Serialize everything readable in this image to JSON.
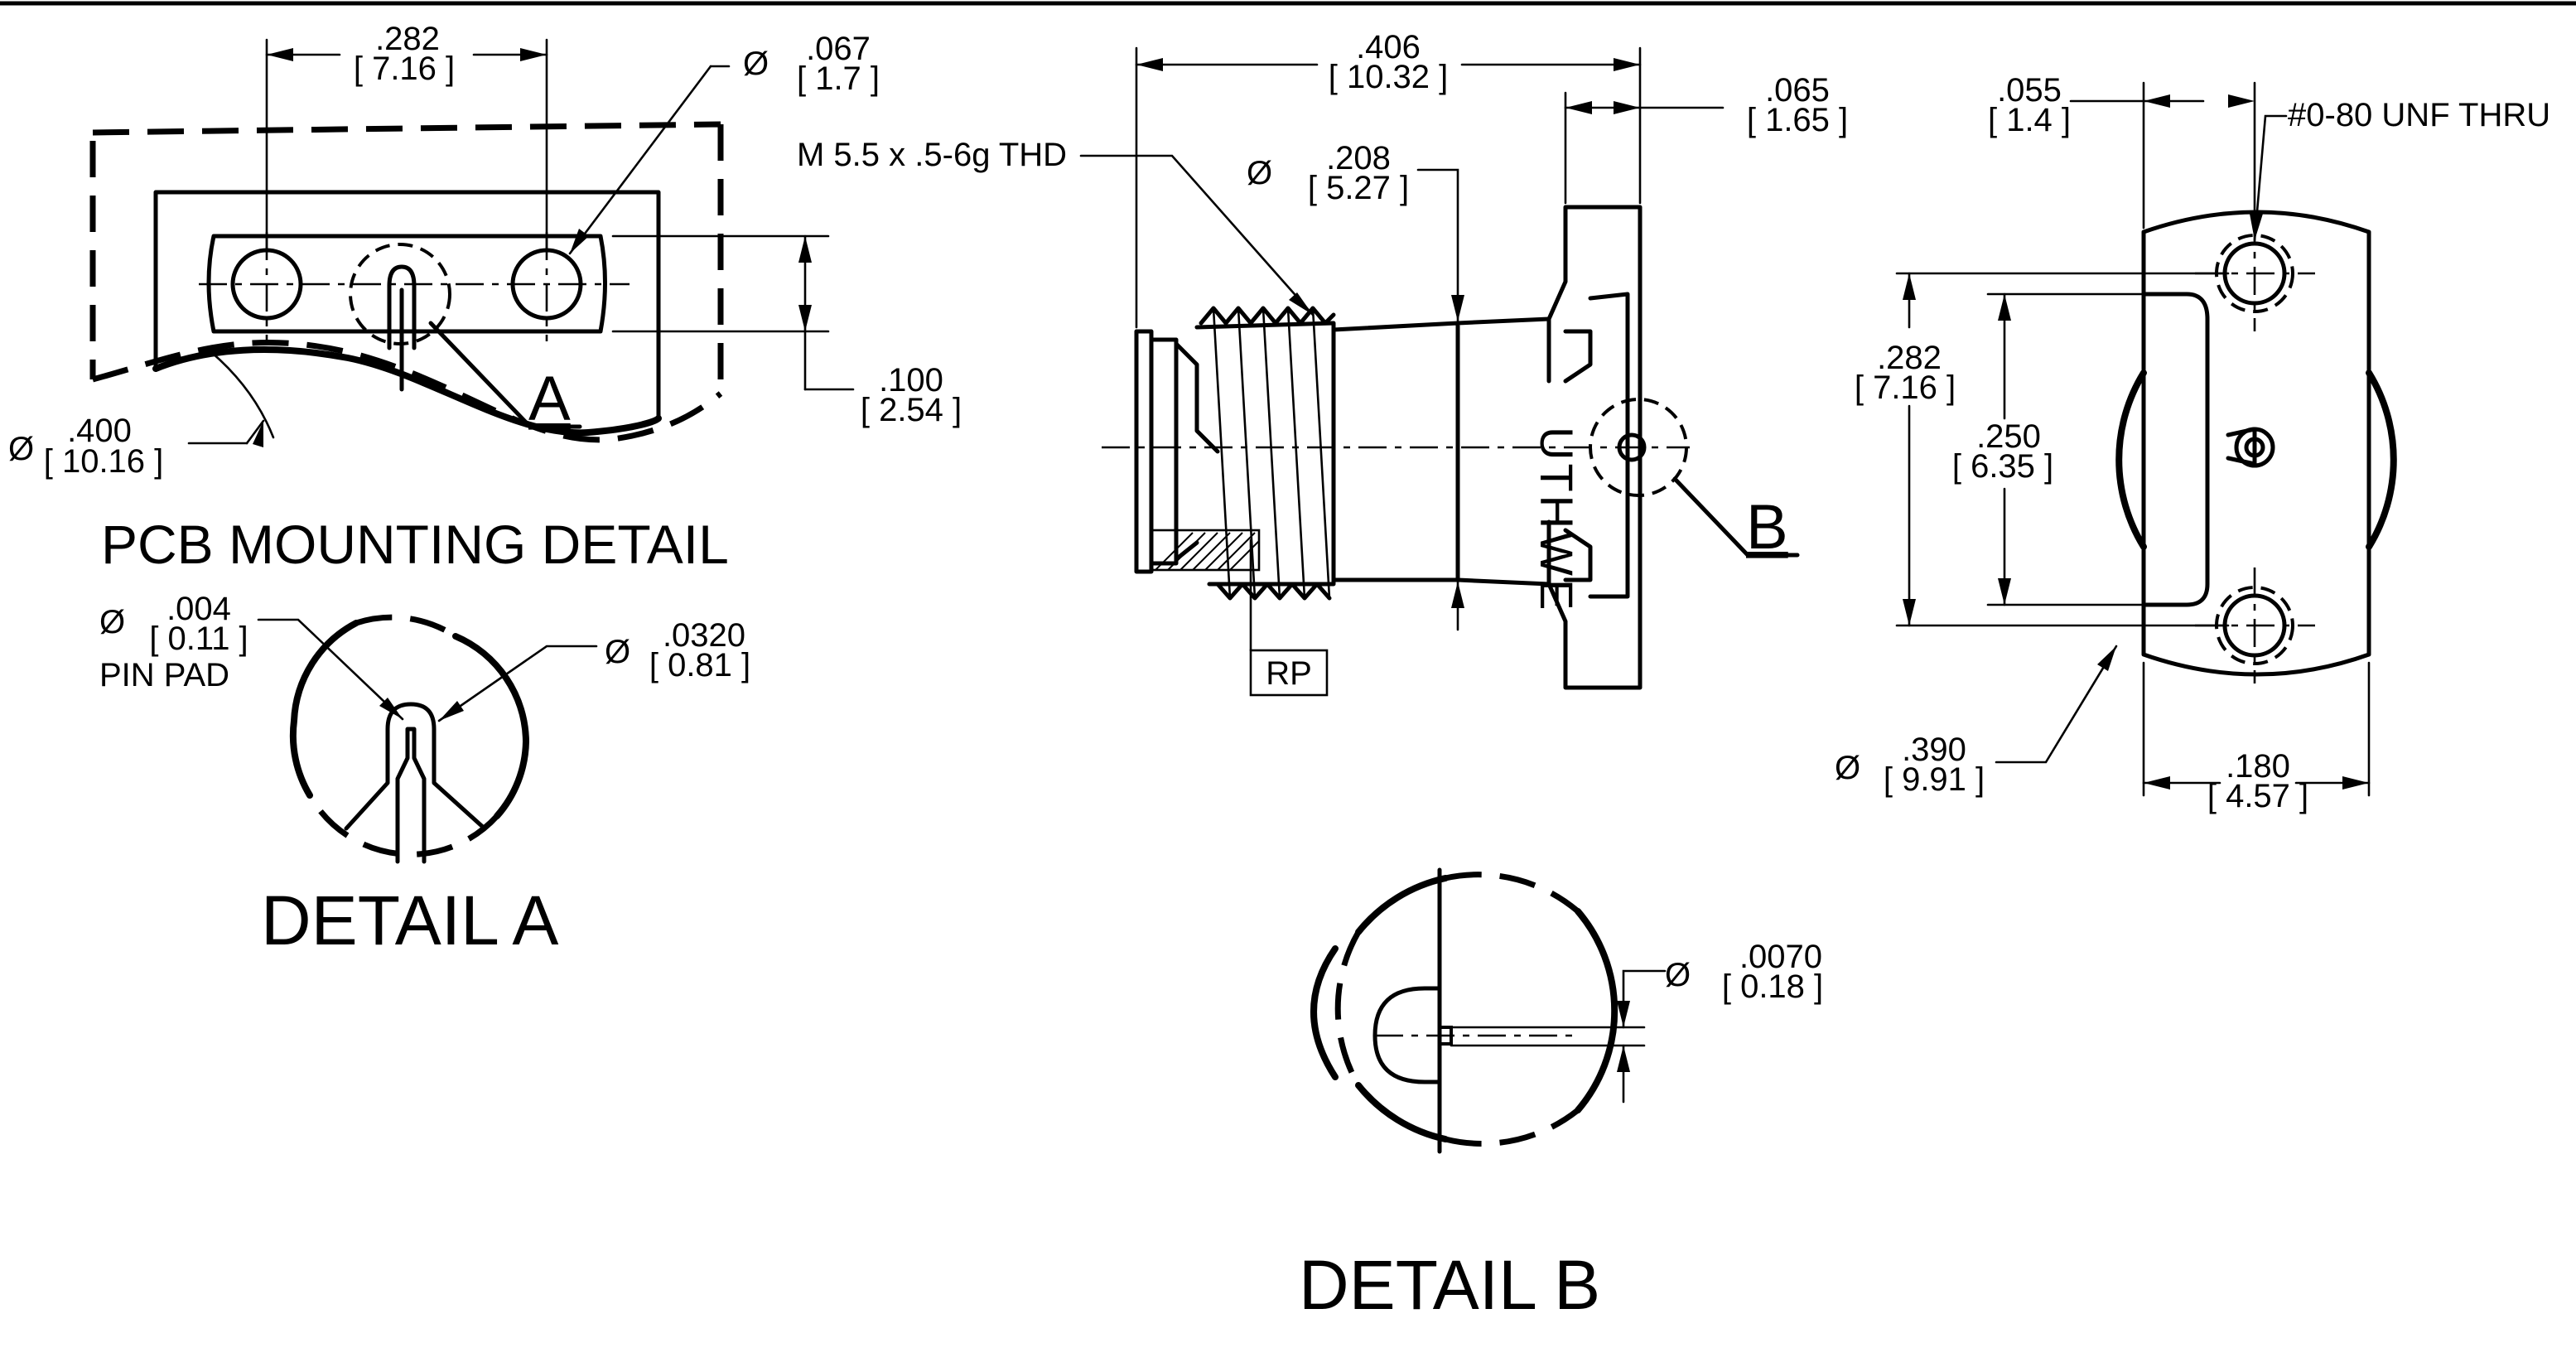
{
  "pcb": {
    "title": "PCB MOUNTING DETAIL",
    "dim_spacing": {
      "inch": ".282",
      "mm": "[ 7.16 ]"
    },
    "dim_hole": {
      "inch": ".067",
      "mm": "[ 1.7 ]"
    },
    "dim_height": {
      "inch": ".100",
      "mm": "[ 2.54 ]"
    },
    "dim_outer": {
      "inch": ".400",
      "mm": "[ 10.16 ]"
    },
    "callout": "A"
  },
  "detail_a": {
    "title": "DETAIL A",
    "pin_pad": {
      "inch": ".004",
      "mm": "[ 0.11 ]",
      "note": "PIN PAD"
    },
    "hole": {
      "inch": ".0320",
      "mm": "[ 0.81 ]"
    }
  },
  "side": {
    "thread_note": "M 5.5 x .5-6g THD",
    "length": {
      "inch": ".406",
      "mm": "[ 10.32 ]"
    },
    "flange": {
      "inch": ".065",
      "mm": "[ 1.65 ]"
    },
    "body_dia": {
      "inch": ".208",
      "mm": "[ 5.27 ]"
    },
    "brand": "UTHWE",
    "rp_label": "RP",
    "callout": "B"
  },
  "end": {
    "offset": {
      "inch": ".055",
      "mm": "[ 1.4 ]"
    },
    "screw": "#0-80 UNF THRU",
    "spacing": {
      "inch": ".282",
      "mm": "[ 7.16 ]"
    },
    "inner": {
      "inch": ".250",
      "mm": "[ 6.35 ]"
    },
    "dia": {
      "inch": ".390",
      "mm": "[ 9.91 ]"
    },
    "width": {
      "inch": ".180",
      "mm": "[ 4.57 ]"
    }
  },
  "detail_b": {
    "title": "DETAIL B",
    "pin": {
      "inch": ".0070",
      "mm": "[ 0.18 ]"
    }
  },
  "symbols": {
    "diameter": "Ø"
  }
}
